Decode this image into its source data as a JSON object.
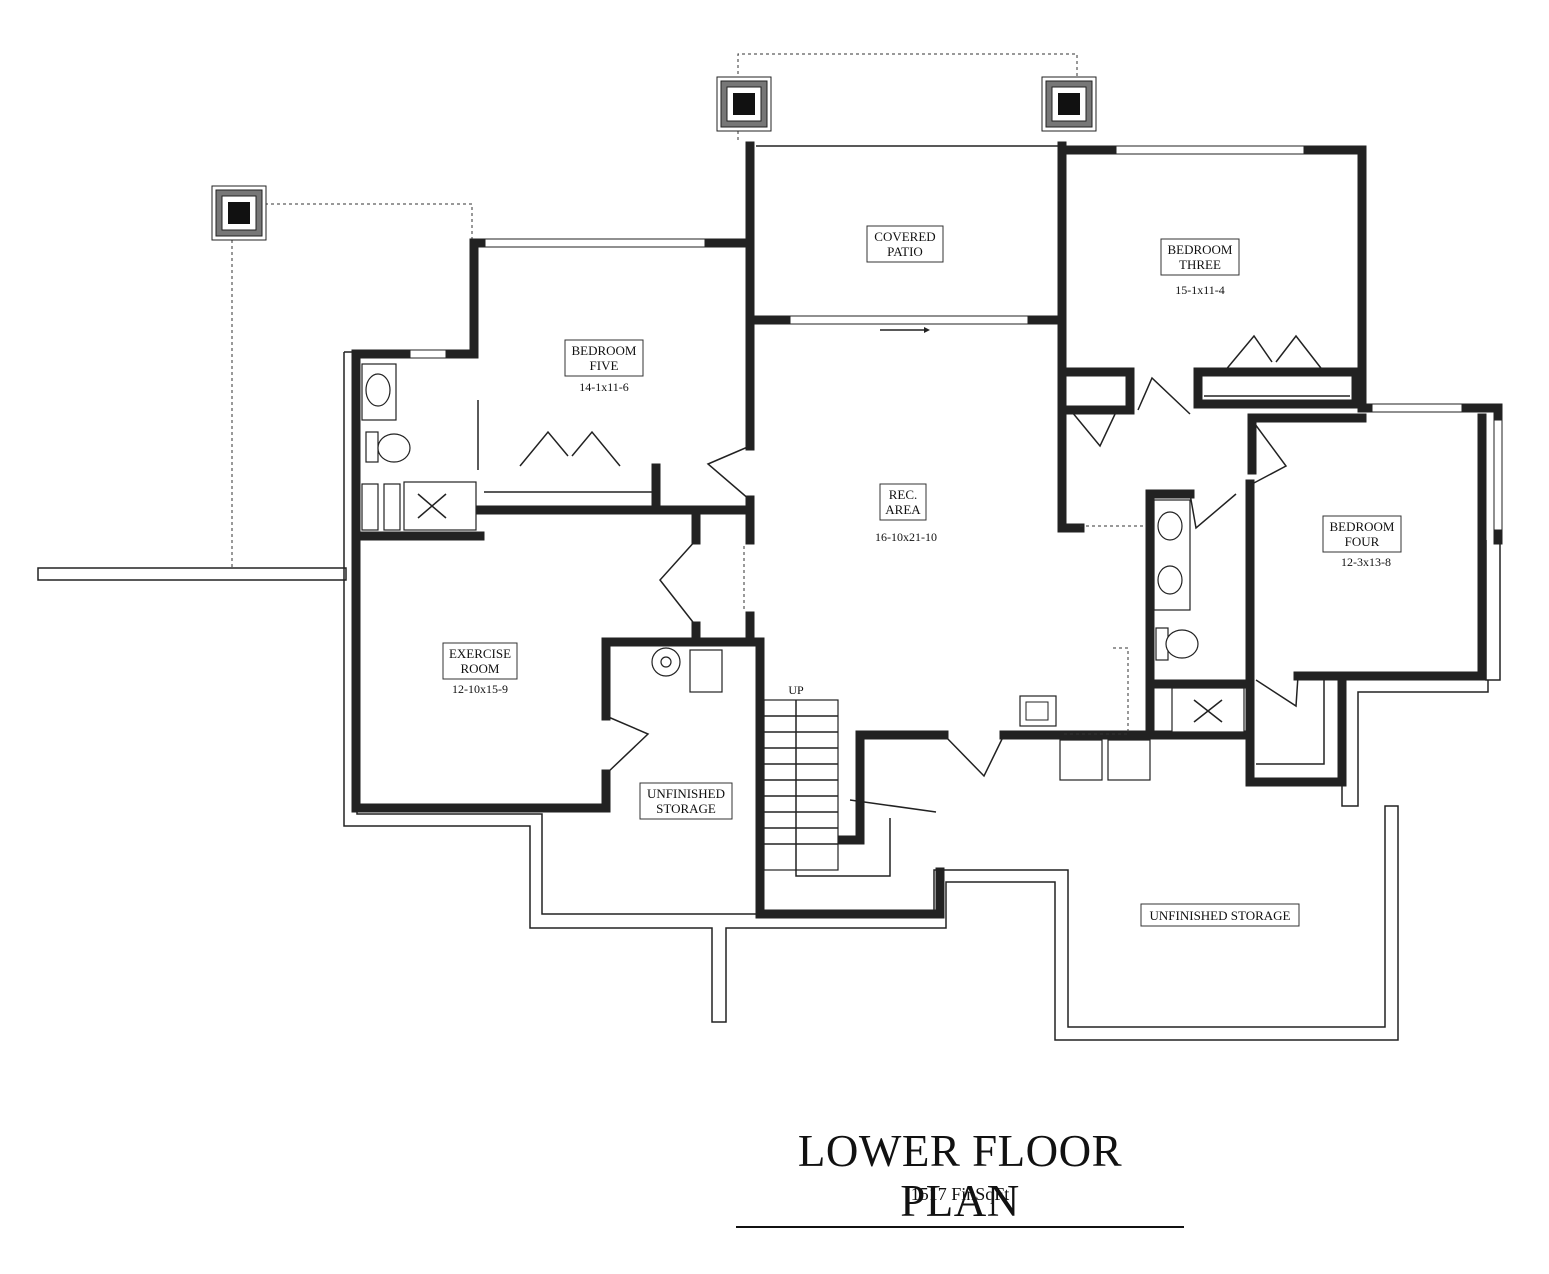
{
  "title": "LOWER FLOOR PLAN",
  "subtitle": "1517 FinSqFt",
  "stair_label": "UP",
  "rooms": [
    {
      "name_lines": [
        "COVERED",
        "PATIO"
      ],
      "dims": ""
    },
    {
      "name_lines": [
        "BEDROOM",
        "THREE"
      ],
      "dims": "15-1x11-4"
    },
    {
      "name_lines": [
        "BEDROOM",
        "FIVE"
      ],
      "dims": "14-1x11-6"
    },
    {
      "name_lines": [
        "REC.",
        "AREA"
      ],
      "dims": "16-10x21-10"
    },
    {
      "name_lines": [
        "BEDROOM",
        "FOUR"
      ],
      "dims": "12-3x13-8"
    },
    {
      "name_lines": [
        "EXERCISE",
        "ROOM"
      ],
      "dims": "12-10x15-9"
    },
    {
      "name_lines": [
        "UNFINISHED",
        "STORAGE"
      ],
      "dims": ""
    },
    {
      "name_lines": [
        "UNFINISHED STORAGE"
      ],
      "dims": ""
    }
  ]
}
